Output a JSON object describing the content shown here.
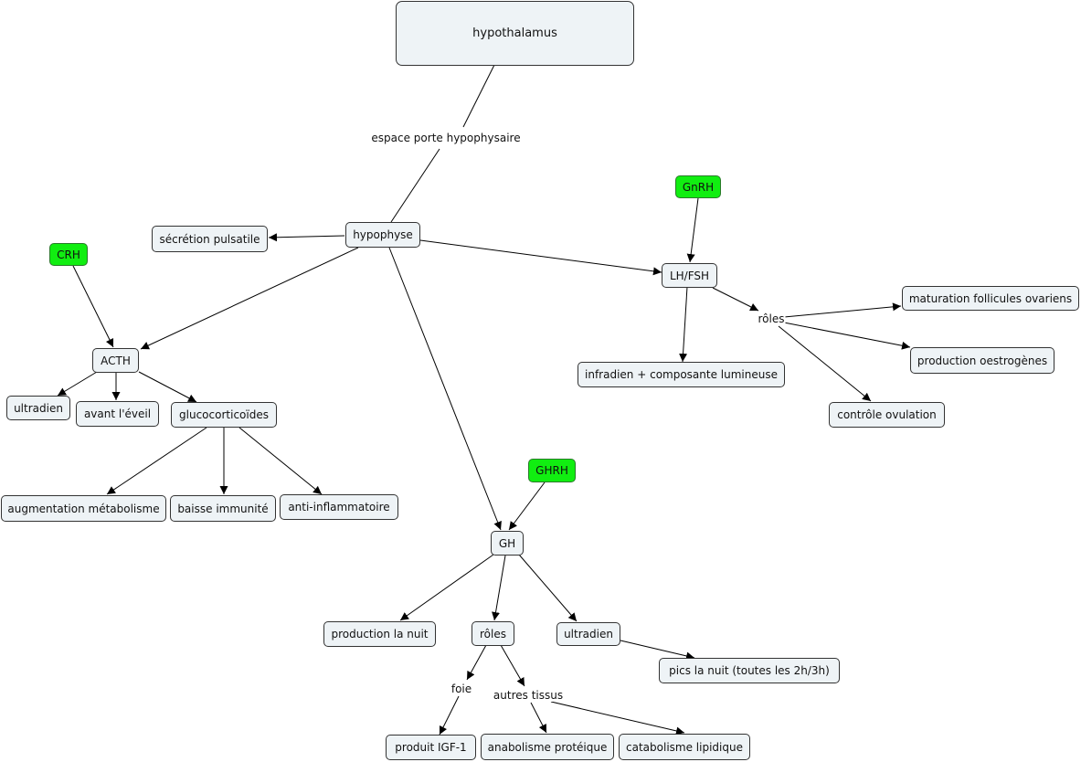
{
  "nodes": {
    "hypothalamus": "hypothalamus",
    "hypophyse": "hypophyse",
    "secretion_pulsatile": "sécrétion pulsatile",
    "crh": "CRH",
    "acth": "ACTH",
    "ultradien_acth": "ultradien",
    "avant_eveil": "avant l'éveil",
    "glucocorticoides": "glucocorticoïdes",
    "augmentation_metabolisme": "augmentation métabolisme",
    "baisse_immunite": "baisse immunité",
    "anti_inflammatoire": "anti-inflammatoire",
    "gnrh": "GnRH",
    "lh_fsh": "LH/FSH",
    "infradien": "infradien + composante lumineuse",
    "maturation": "maturation follicules ovariens",
    "production_oestrogenes": "production oestrogènes",
    "controle_ovulation": "contrôle ovulation",
    "ghrh": "GHRH",
    "gh": "GH",
    "production_nuit": "production la nuit",
    "roles_gh": "rôles",
    "ultradien_gh": "ultradien",
    "pics_nuit": "pics la nuit (toutes les 2h/3h)",
    "produit_igf1": "produit IGF-1",
    "anabolisme": "anabolisme protéique",
    "catabolisme": "catabolisme lipidique"
  },
  "labels": {
    "espace_porte": "espace porte hypophysaire",
    "roles_lh": "rôles",
    "foie": "foie",
    "autres_tissus": "autres tissus"
  },
  "colors": {
    "hormone_green": "#11ee11",
    "node_fill": "#eef3f6",
    "edge": "#000000"
  }
}
